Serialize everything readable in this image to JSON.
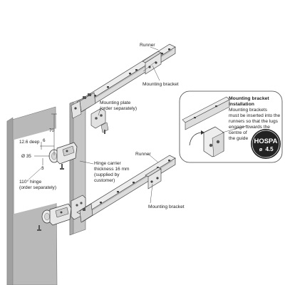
{
  "labels": {
    "runner_top": "Runner",
    "mounting_bracket_top": "Mounting bracket",
    "mounting_plate_line1": "Mounting plate",
    "mounting_plate_line2": "(order separately)",
    "dim_70": "70",
    "dim_deep": "12.6 deep",
    "dim_6": "6",
    "dim_dia35": "Ø 35",
    "dim_3": "3",
    "hinge_line1": "110° hinge",
    "hinge_line2": "(order separately)",
    "carrier_line1": "Hinge carrier",
    "carrier_line2": "thickness 16 mm",
    "carrier_line3": "(supplied by",
    "carrier_line4": "customer)",
    "runner_bottom": "Runner",
    "mounting_bracket_bottom": "Mounting bracket"
  },
  "inset": {
    "title_line1": "Mounting bracket",
    "title_line2": "Installation",
    "text_line1": "Mounting brackets",
    "text_line2": "must be inserted into the",
    "text_line3": "runners so that the lugs",
    "text_line4": "engage towards the",
    "text_line5": "centre of",
    "text_line6": "the guide"
  },
  "logo": {
    "brand": "HOSPA",
    "size": "4.5"
  }
}
